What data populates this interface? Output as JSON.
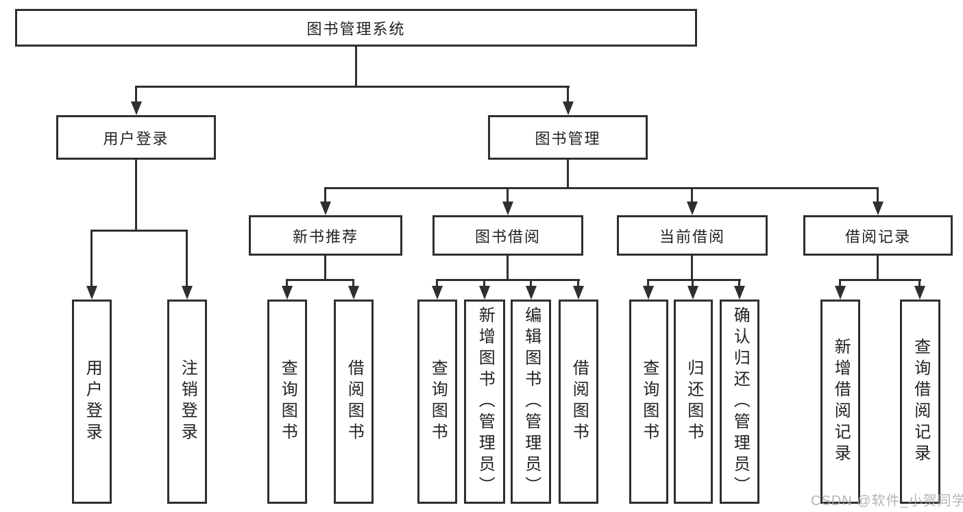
{
  "diagram": {
    "root": {
      "label": "图书管理系统"
    },
    "level1": {
      "user_login": {
        "label": "用户登录"
      },
      "book_management": {
        "label": "图书管理"
      }
    },
    "level2": {
      "new_book_recommend": {
        "label": "新书推荐"
      },
      "book_borrow": {
        "label": "图书借阅"
      },
      "current_borrow": {
        "label": "当前借阅"
      },
      "borrow_record": {
        "label": "借阅记录"
      }
    },
    "leaves": {
      "user_login_leaf": {
        "label": "用户登录"
      },
      "logout_login": {
        "label": "注销登录"
      },
      "nb_query_books": {
        "label": "查询图书"
      },
      "nb_borrow_books": {
        "label": "借阅图书"
      },
      "bb_query_books": {
        "label": "查询图书"
      },
      "bb_add_books_admin": {
        "label": "新增图书（管理员）"
      },
      "bb_edit_books_admin": {
        "label": "编辑图书（管理员）"
      },
      "bb_borrow_books": {
        "label": "借阅图书"
      },
      "cb_query_books": {
        "label": "查询图书"
      },
      "cb_return_books": {
        "label": "归还图书"
      },
      "cb_confirm_return_admin": {
        "label": "确认归还（管理员）"
      },
      "br_add_record": {
        "label": "新增借阅记录"
      },
      "br_query_record": {
        "label": "查询借阅记录"
      }
    },
    "watermark": {
      "text": "CSDN @软件_小贺同学"
    },
    "colors": {
      "line": "#2f2f2f",
      "text": "#222222",
      "watermark": "#a9a9a9",
      "background": "#ffffff"
    }
  }
}
